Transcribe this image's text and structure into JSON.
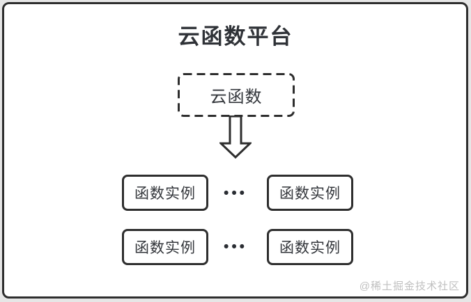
{
  "diagram": {
    "title": "云函数平台",
    "root_node": {
      "label": "云函数"
    },
    "arrow": {
      "direction": "down",
      "style": "hollow-outline"
    },
    "instances": {
      "rows": [
        {
          "left": "函数实例",
          "separator": "•••",
          "right": "函数实例"
        },
        {
          "left": "函数实例",
          "separator": "•••",
          "right": "函数实例"
        }
      ]
    },
    "watermark": "@稀土掘金技术社区",
    "colors": {
      "border": "#2e2e2e",
      "text": "#33363b",
      "panel_background": "#ffffff",
      "outer_background": "#e6e6e6",
      "watermark": "#c0c0c0"
    }
  }
}
